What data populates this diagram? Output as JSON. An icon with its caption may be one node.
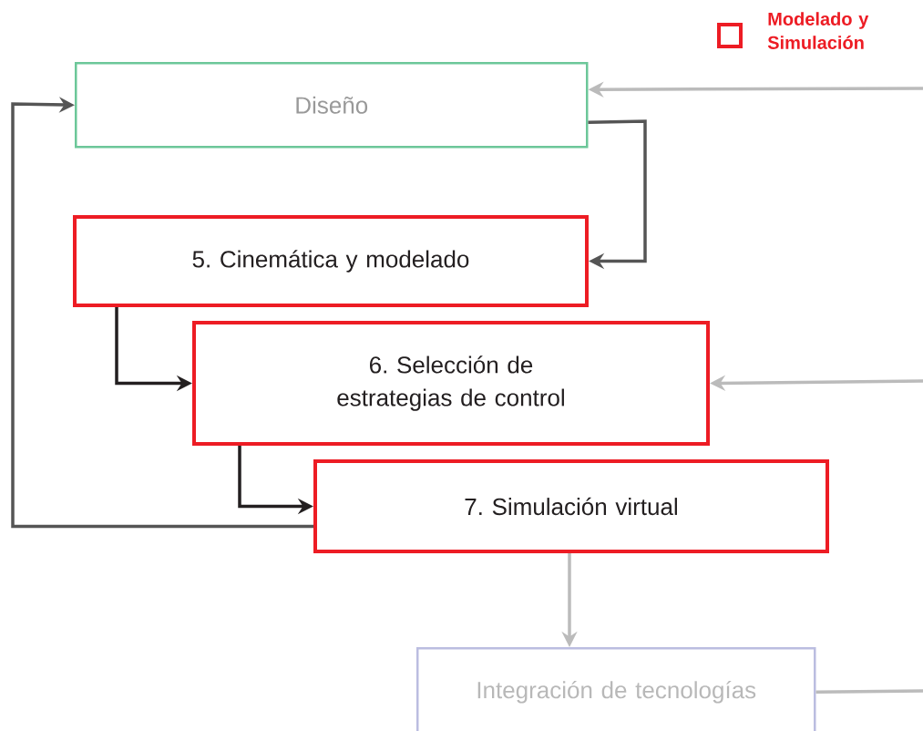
{
  "diagram": {
    "nodes": [
      {
        "text": [
          "Diseño"
        ]
      },
      {
        "text": [
          "5. Cinemática y modelado"
        ]
      },
      {
        "text": [
          "6. Selección de estrategias de control"
        ]
      },
      {
        "text": [
          "7. Simulación virtual"
        ]
      },
      {
        "text": [
          "Integración de tecnologías"
        ]
      }
    ],
    "edges": [
      {
        "from": null,
        "to": 0,
        "arrow": "to",
        "color": "#bbbbbb"
      },
      {
        "from": 0,
        "to": 1,
        "arrow": "to",
        "color": "#555555"
      },
      {
        "from": 1,
        "to": 2,
        "arrow": "to",
        "color": "#231f20"
      },
      {
        "from": 2,
        "to": 3,
        "arrow": "to",
        "color": "#231f20"
      },
      {
        "from": 3,
        "to": 0,
        "arrow": "to",
        "color": "#555555"
      },
      {
        "from": null,
        "to": 2,
        "arrow": "to",
        "color": "#bbbbbb"
      },
      {
        "from": 3,
        "to": 4,
        "arrow": "to",
        "color": "#bbbbbb"
      },
      {
        "from": 4,
        "to": null,
        "arrow": "none",
        "color": "#bbbbbb"
      }
    ],
    "legend": [
      {
        "text": "Modelado y Simulación",
        "color": "#ed1c24"
      }
    ]
  }
}
